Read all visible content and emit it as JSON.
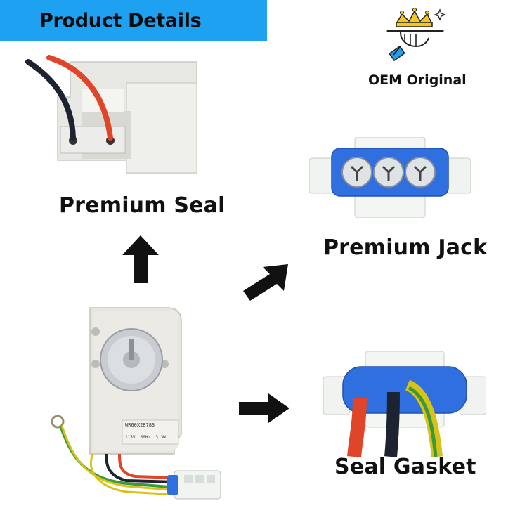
{
  "header": {
    "title": "Product Details"
  },
  "badge": {
    "text": "OEM Original",
    "icon": "crown-hand-icon"
  },
  "labels": {
    "seal": "Premium Seal",
    "jack": "Premium Jack",
    "gasket": "Seal Gasket"
  },
  "motor": {
    "model": "WR60X28783",
    "rating": "115V  60Hz  3.3W"
  },
  "colors": {
    "header_band": "#1ea1f0",
    "connector_blue": "#2f6fe0",
    "wire_red": "#e0452a",
    "wire_black": "#1d2330",
    "wire_yellow": "#d8c21a",
    "wire_green": "#3a9a3a"
  }
}
